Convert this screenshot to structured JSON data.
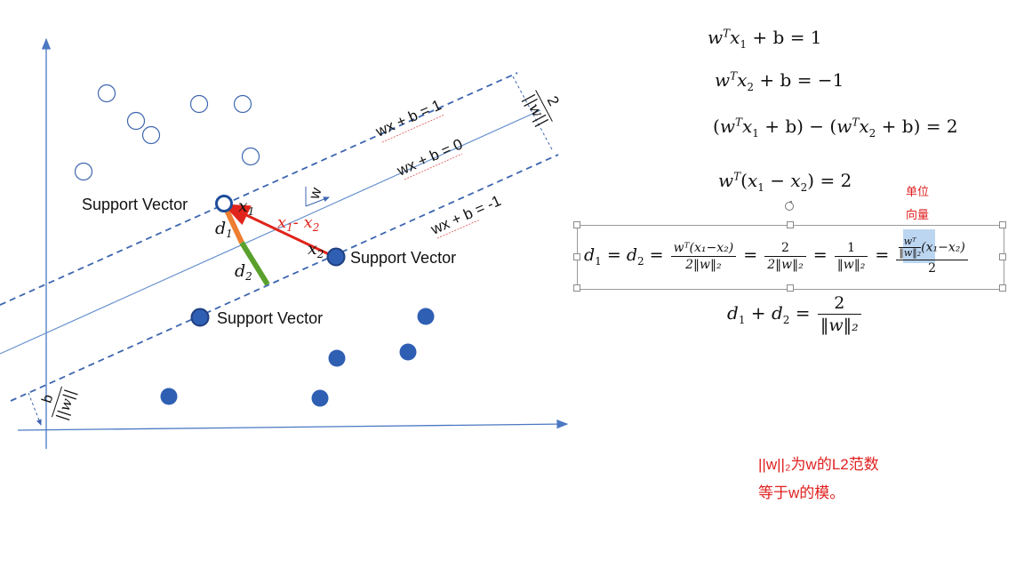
{
  "diagram": {
    "line_top": "wx + b = 1",
    "line_mid": "wx + b = 0",
    "line_bot": "wx + b = -1",
    "margin_num": "2",
    "margin_den": "||w||",
    "bias_num": "b",
    "bias_den": "||w||",
    "w_label": "w",
    "sv_label_1": "Support Vector",
    "sv_label_2": "Support Vector",
    "sv_label_3": "Support Vector",
    "x1": "x",
    "x1_sub": "1",
    "x2": "x",
    "x2_sub": "2",
    "vec_label": "x",
    "vec_sub1": "1",
    "vec_minus": "- x",
    "vec_sub2": "2",
    "d1": "d",
    "d1_sub": "1",
    "d2": "d",
    "d2_sub": "2",
    "colors": {
      "axis": "#4a78c2",
      "dash": "#3d66b0",
      "hyperplane": "#6a93cf",
      "filled_point": "#2f5fb3",
      "vector": "#e0241b",
      "d1_segment": "#ed7d31",
      "d2_segment": "#5aa02c"
    }
  },
  "equations": {
    "e1": {
      "w": "w",
      "sup": "T",
      "x": "x",
      "sub": "1",
      "rest": " + b = 1"
    },
    "e2": {
      "w": "w",
      "sup": "T",
      "x": "x",
      "sub": "2",
      "rest": " + b = −1"
    },
    "e3": {
      "p1": "(",
      "w": "w",
      "sup": "T",
      "x": "x",
      "sub": "1",
      "mid": " + b) − (",
      "w2": "w",
      "sup2": "T",
      "x2": "x",
      "sub2": "2",
      "rest": " + b) = 2"
    },
    "e4": {
      "w": "w",
      "sup": "T",
      "p": "(",
      "x": "x",
      "sub": "1",
      "minus": " − ",
      "x2": "x",
      "sub2": "2",
      "rest": ")  = 2"
    },
    "e5": {
      "lhs": "d",
      "lhs_sub1": "1",
      "eq": " = ",
      "lhs2": "d",
      "lhs_sub2": "2",
      "eq2": " = ",
      "f1_num": "wᵀ(x₁−x₂)",
      "f1_den": "2‖w‖₂",
      "f2_num": "2",
      "f2_den": "2‖w‖₂",
      "f3_num": "1",
      "f3_den": "‖w‖₂",
      "f4_num_top": "wᵀ",
      "f4_num_bot": "‖w‖₂",
      "f4_num_tail": "(x₁−x₂)",
      "f4_den": "2"
    },
    "e6": {
      "d": "d",
      "sub1": "1",
      "plus": " + ",
      "d2": "d",
      "sub2": "2",
      "eq": " = ",
      "num": "2",
      "den": "‖w‖₂"
    }
  },
  "notes": {
    "unit_vector_1": "单位",
    "unit_vector_2": "向量",
    "norm_1": "||w||₂为w的L2范数",
    "norm_2": "等于w的模。"
  }
}
